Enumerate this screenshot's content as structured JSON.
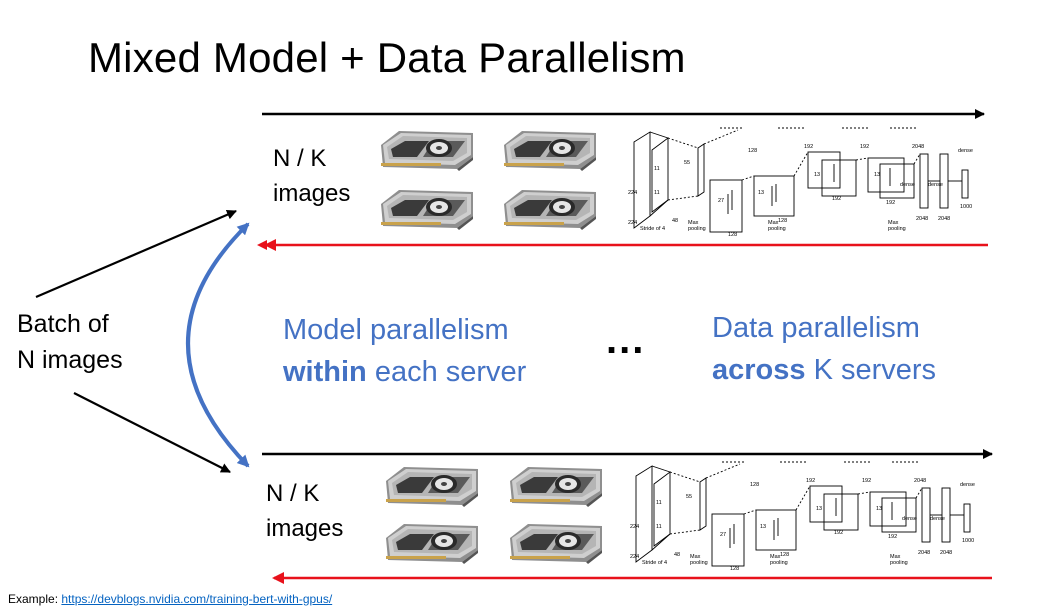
{
  "title": "Mixed Model + Data Parallelism",
  "top_group": {
    "label_line1": "N / K",
    "label_line2": "images"
  },
  "bottom_group": {
    "label_line1": "N / K",
    "label_line2": "images"
  },
  "batch_label": {
    "line1": "Batch of",
    "line2": "N images"
  },
  "model_parallel": {
    "line1": "Model parallelism",
    "bold": "within",
    "rest": "each server"
  },
  "ellipsis": "...",
  "data_parallel": {
    "line1": "Data parallelism",
    "bold": "across",
    "rest": "K servers"
  },
  "footer": {
    "prefix": "Example:",
    "link": "https://devblogs.nvidia.com/training-bert-with-gpus/"
  },
  "network_labels": {
    "stride": "Stride of 4",
    "max_pooling": "Max pooling",
    "dense": "dense"
  },
  "colors": {
    "blue": "#4472c4",
    "red": "#e8111b",
    "black": "#000000"
  }
}
